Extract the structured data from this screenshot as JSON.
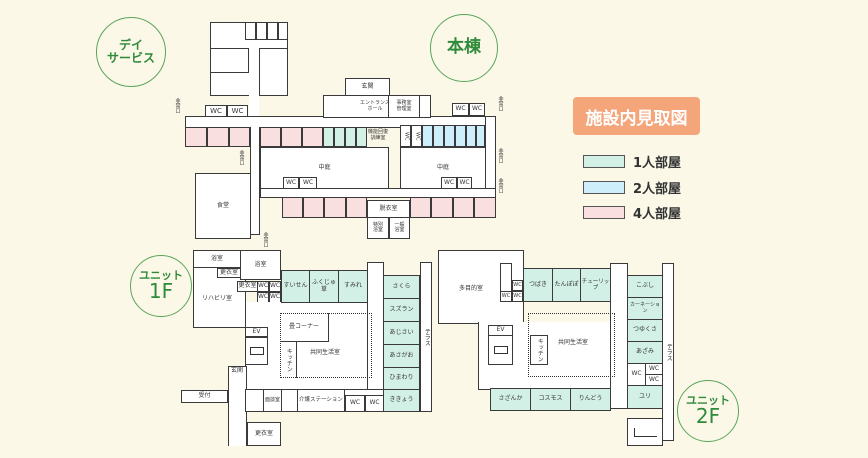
{
  "labels": {
    "day_service": "デイ\nサービス",
    "main_building": "本棟",
    "unit1": "ユニット",
    "unit1_floor": "1F",
    "unit2": "ユニット",
    "unit2_floor": "2F"
  },
  "legend": {
    "title": "施設内見取図",
    "items": [
      {
        "label": "1人部屋",
        "color": "#d3f0e6"
      },
      {
        "label": "2人部屋",
        "color": "#cdeefa"
      },
      {
        "label": "4人部屋",
        "color": "#f9dfe0"
      }
    ]
  },
  "main": {
    "entrance": "玄関",
    "entrance_hall": "エントランス\nホール",
    "office": "事務室\n管理室",
    "training": "機能回復\n訓練室",
    "courtyard": "中庭",
    "dining": "食堂",
    "dressing": "脱衣室",
    "special_bath": "特別\n浴室",
    "general_bath": "一般\n浴室",
    "emergency_exit": "非常口",
    "wc": "WC"
  },
  "unit1": {
    "bath": "浴室",
    "dressing": "更衣室",
    "rehab": "リハビリ室",
    "ev": "EV",
    "entrance": "玄関",
    "reception": "受付",
    "tatami": "畳コーナー",
    "kitchen": "キッチン",
    "common": "共同生活室",
    "consultation": "面談室",
    "care_station": "介護ステーション",
    "terrace": "テラス",
    "wc": "WC",
    "rooms_top": [
      "すいせん",
      "ふくじゅ草",
      "すみれ"
    ],
    "rooms_right": [
      "さくら",
      "スズラン",
      "あじさい",
      "あさがお",
      "ひまわり",
      "ききょう"
    ]
  },
  "unit2": {
    "multipurpose": "多目的室",
    "ev": "EV",
    "kitchen": "キッチン",
    "common": "共同生活室",
    "terrace": "テラス",
    "wc": "WC",
    "rooms_top": [
      "つばき",
      "たんぽぽ",
      "チューリップ"
    ],
    "rooms_right": [
      "こぶし",
      "カーネーション",
      "つゆくさ",
      "あざみ"
    ],
    "room_yuri": "ユリ",
    "rooms_bottom": [
      "さざんか",
      "コスモス",
      "りんどう"
    ]
  }
}
